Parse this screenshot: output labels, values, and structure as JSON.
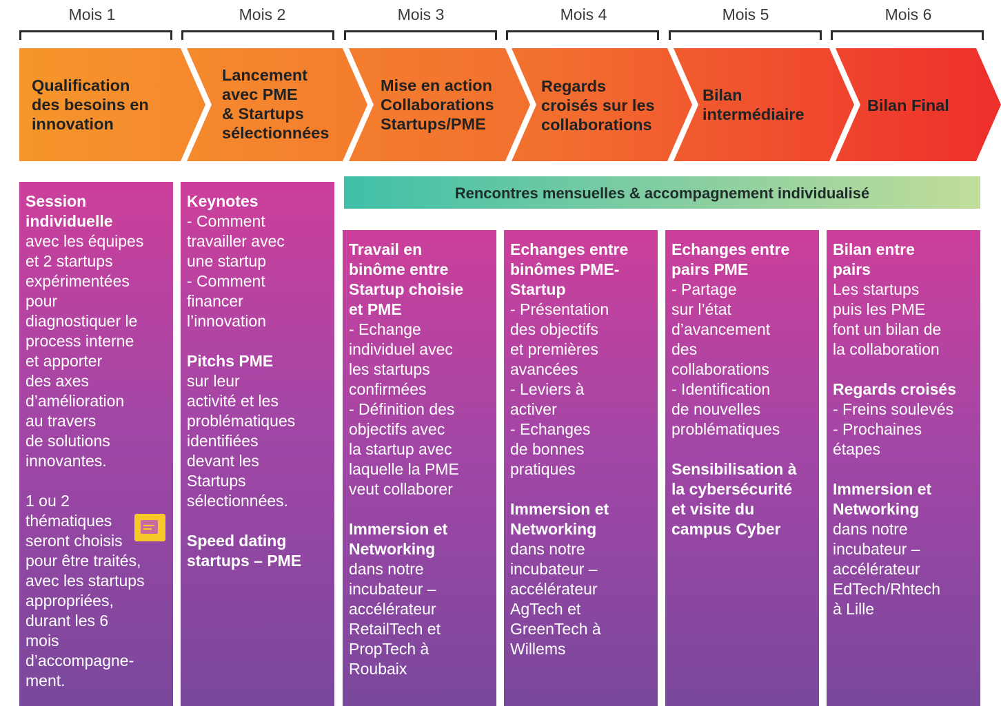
{
  "months": [
    "Mois 1",
    "Mois 2",
    "Mois 3",
    "Mois 4",
    "Mois 5",
    "Mois 6"
  ],
  "phases": [
    {
      "lines": [
        "Qualification",
        "des besoins en",
        "innovation"
      ]
    },
    {
      "lines": [
        "Lancement",
        "avec PME",
        "& Startups",
        "sélectionnées"
      ]
    },
    {
      "lines": [
        "Mise en action",
        "Collaborations",
        "Startups/PME"
      ]
    },
    {
      "lines": [
        "Regards",
        "croisés sur les",
        "collaborations"
      ]
    },
    {
      "lines": [
        "Bilan",
        "intermédiaire"
      ]
    },
    {
      "lines": [
        "Bilan Final"
      ]
    }
  ],
  "colors": {
    "arrow_gradient": [
      "#f6972c",
      "#f26f2f",
      "#ee2e2c"
    ],
    "card_gradient": [
      "#cc3f9b",
      "#7a489c"
    ],
    "banner_gradient": [
      "#3fc0a8",
      "#c1dd9a"
    ],
    "note_icon": "#f6c928"
  },
  "banner": "Rencontres mensuelles & accompagnement individualisé",
  "columns": [
    {
      "blocks": [
        {
          "bold": [
            "Session",
            "individuelle"
          ],
          "text": [
            "avec les équipes",
            "et 2 startups",
            "expérimentées",
            "pour",
            "diagnostiquer le",
            "process interne",
            "et apporter",
            "des axes",
            "d’amélioration",
            "au travers",
            "de solutions",
            "innovantes."
          ]
        },
        {
          "bold": [],
          "text": [
            "1 ou 2",
            "thématiques",
            "seront choisis",
            "pour être traités,",
            "avec les startups",
            "appropriées,",
            "durant les 6",
            "mois",
            "d’accompagne-",
            "ment."
          ]
        }
      ]
    },
    {
      "blocks": [
        {
          "bold": [
            "Keynotes"
          ],
          "text": [
            "- Comment",
            "travailler avec",
            "une startup",
            "- Comment",
            "financer",
            "l’innovation"
          ]
        },
        {
          "bold": [
            "Pitchs PME"
          ],
          "text": [
            "sur leur",
            "activité et les",
            "problématiques",
            "identifiées",
            "devant les",
            "Startups",
            "sélectionnées."
          ]
        },
        {
          "bold": [
            "Speed dating",
            "startups – PME"
          ],
          "text": []
        }
      ]
    },
    {
      "blocks": [
        {
          "bold": [
            "Travail en",
            "binôme entre",
            "Startup choisie",
            "et PME"
          ],
          "text": [
            "- Echange",
            "individuel avec",
            "les startups",
            "confirmées",
            "- Définition des",
            "objectifs avec",
            "la startup avec",
            "laquelle la PME",
            "veut collaborer"
          ]
        },
        {
          "bold": [
            "Immersion et",
            "Networking"
          ],
          "text": [
            "dans notre",
            "incubateur –",
            "accélérateur",
            "RetailTech et",
            "PropTech à",
            "Roubaix"
          ]
        }
      ]
    },
    {
      "blocks": [
        {
          "bold": [
            "Echanges entre",
            "binômes PME-",
            "Startup"
          ],
          "text": [
            "- Présentation",
            "des objectifs",
            "et premières",
            "avancées",
            "- Leviers à",
            "activer",
            "- Echanges",
            "de bonnes",
            "pratiques"
          ]
        },
        {
          "bold": [
            "Immersion et",
            "Networking"
          ],
          "text": [
            "dans notre",
            "incubateur –",
            "accélérateur",
            "AgTech et",
            "GreenTech à",
            "Willems"
          ]
        }
      ]
    },
    {
      "blocks": [
        {
          "bold": [
            "Echanges entre",
            "pairs PME"
          ],
          "text": [
            "- Partage",
            "sur l’état",
            "d’avancement",
            "des",
            "collaborations",
            "- Identification",
            "de nouvelles",
            "problématiques"
          ]
        },
        {
          "bold": [
            "Sensibilisation à",
            "la cybersécurité",
            "et visite du",
            "campus Cyber"
          ],
          "text": []
        }
      ]
    },
    {
      "blocks": [
        {
          "bold": [
            "Bilan entre",
            "pairs"
          ],
          "text": [
            "Les startups",
            "puis les PME",
            "font un bilan de",
            "la collaboration"
          ]
        },
        {
          "bold": [
            "Regards croisés"
          ],
          "text": [
            "- Freins soulevés",
            "- Prochaines",
            "étapes"
          ]
        },
        {
          "bold": [
            "Immersion et",
            "Networking"
          ],
          "text": [
            "dans notre",
            "incubateur –",
            "accélérateur",
            "EdTech/Rhtech",
            "à Lille"
          ]
        }
      ]
    }
  ]
}
